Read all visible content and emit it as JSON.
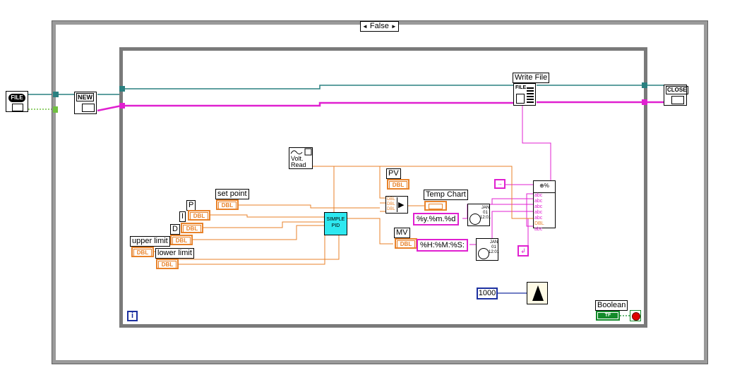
{
  "case_selector": {
    "value": "False",
    "left_arrow": "◄",
    "right_arrow": "►"
  },
  "nodes": {
    "open_file": "FILE",
    "new_file": "NEW",
    "close_file": "CLOSE",
    "write_file": "Write File",
    "volt_read": "Volt.\nRead",
    "simple_pid": "SIMPLE\nPID",
    "wait_ms_value": "1000",
    "iteration": "i",
    "boolean": "Boolean",
    "boolean_tf": "TF"
  },
  "controls": {
    "set_point": "set point",
    "p": "P",
    "i": "I",
    "d": "D",
    "upper_limit": "upper limit",
    "lower_limit": "lower limit",
    "pv": "PV",
    "mv": "MV",
    "temp_chart": "Temp Chart",
    "dbl": "DBL"
  },
  "strings": {
    "date_format": "%y.%m.%d",
    "time_format": "%H:%M:%S:"
  },
  "colors": {
    "frame": "#808080",
    "wire_refnum": "#2a8080",
    "wire_string": "#e020d0",
    "wire_dbl": "#e8822a",
    "wire_numeric_blue": "#1c30a0",
    "pid_fill": "#2ee8f0",
    "boolean_green": "#138a2a"
  }
}
